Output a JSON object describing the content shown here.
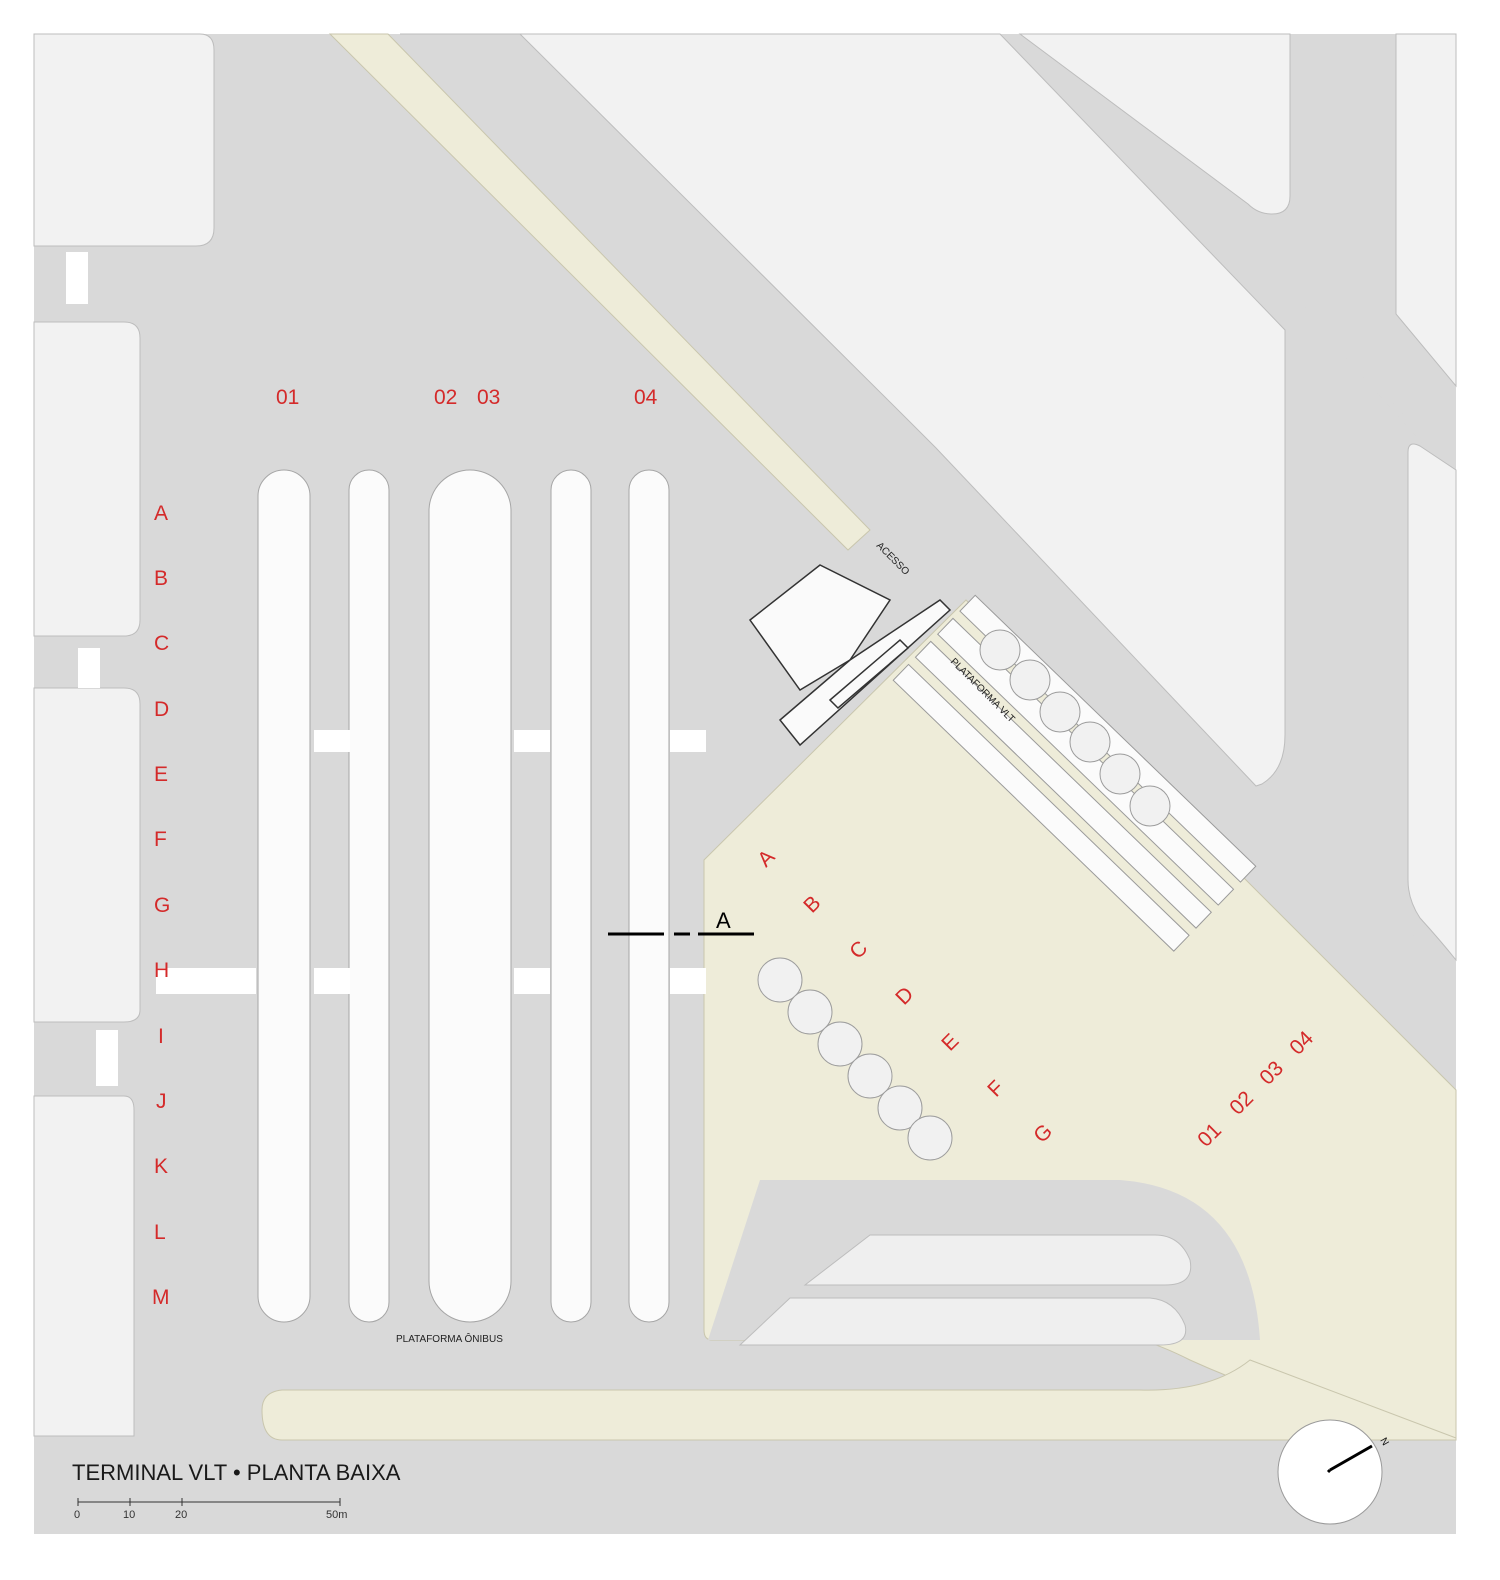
{
  "title": "TERMINAL VLT • PLANTA BAIXA",
  "labels": {
    "acesso": "ACESSO",
    "plataforma_vlt": "PLATAFORMA VLT",
    "plataforma_onibus": "PLATAFORMA ÔNIBUS",
    "section_mark": "A",
    "north": "N"
  },
  "bus_grid": {
    "columns": [
      "01",
      "02",
      "03",
      "04"
    ],
    "rows": [
      "A",
      "B",
      "C",
      "D",
      "E",
      "F",
      "G",
      "H",
      "I",
      "J",
      "K",
      "L",
      "M"
    ]
  },
  "vlt_grid": {
    "rows": [
      "A",
      "B",
      "C",
      "D",
      "E",
      "F",
      "G"
    ],
    "columns": [
      "01",
      "02",
      "03",
      "04"
    ]
  },
  "scale_bar": {
    "ticks": [
      "0",
      "10",
      "20",
      "50m"
    ]
  },
  "colors": {
    "background": "#ffffff",
    "road": "#d9d9d9",
    "block": "#f1f1f1",
    "green_area": "#eeecd9",
    "platform": "#fbfbfb",
    "grid_label": "#d42a2a"
  }
}
